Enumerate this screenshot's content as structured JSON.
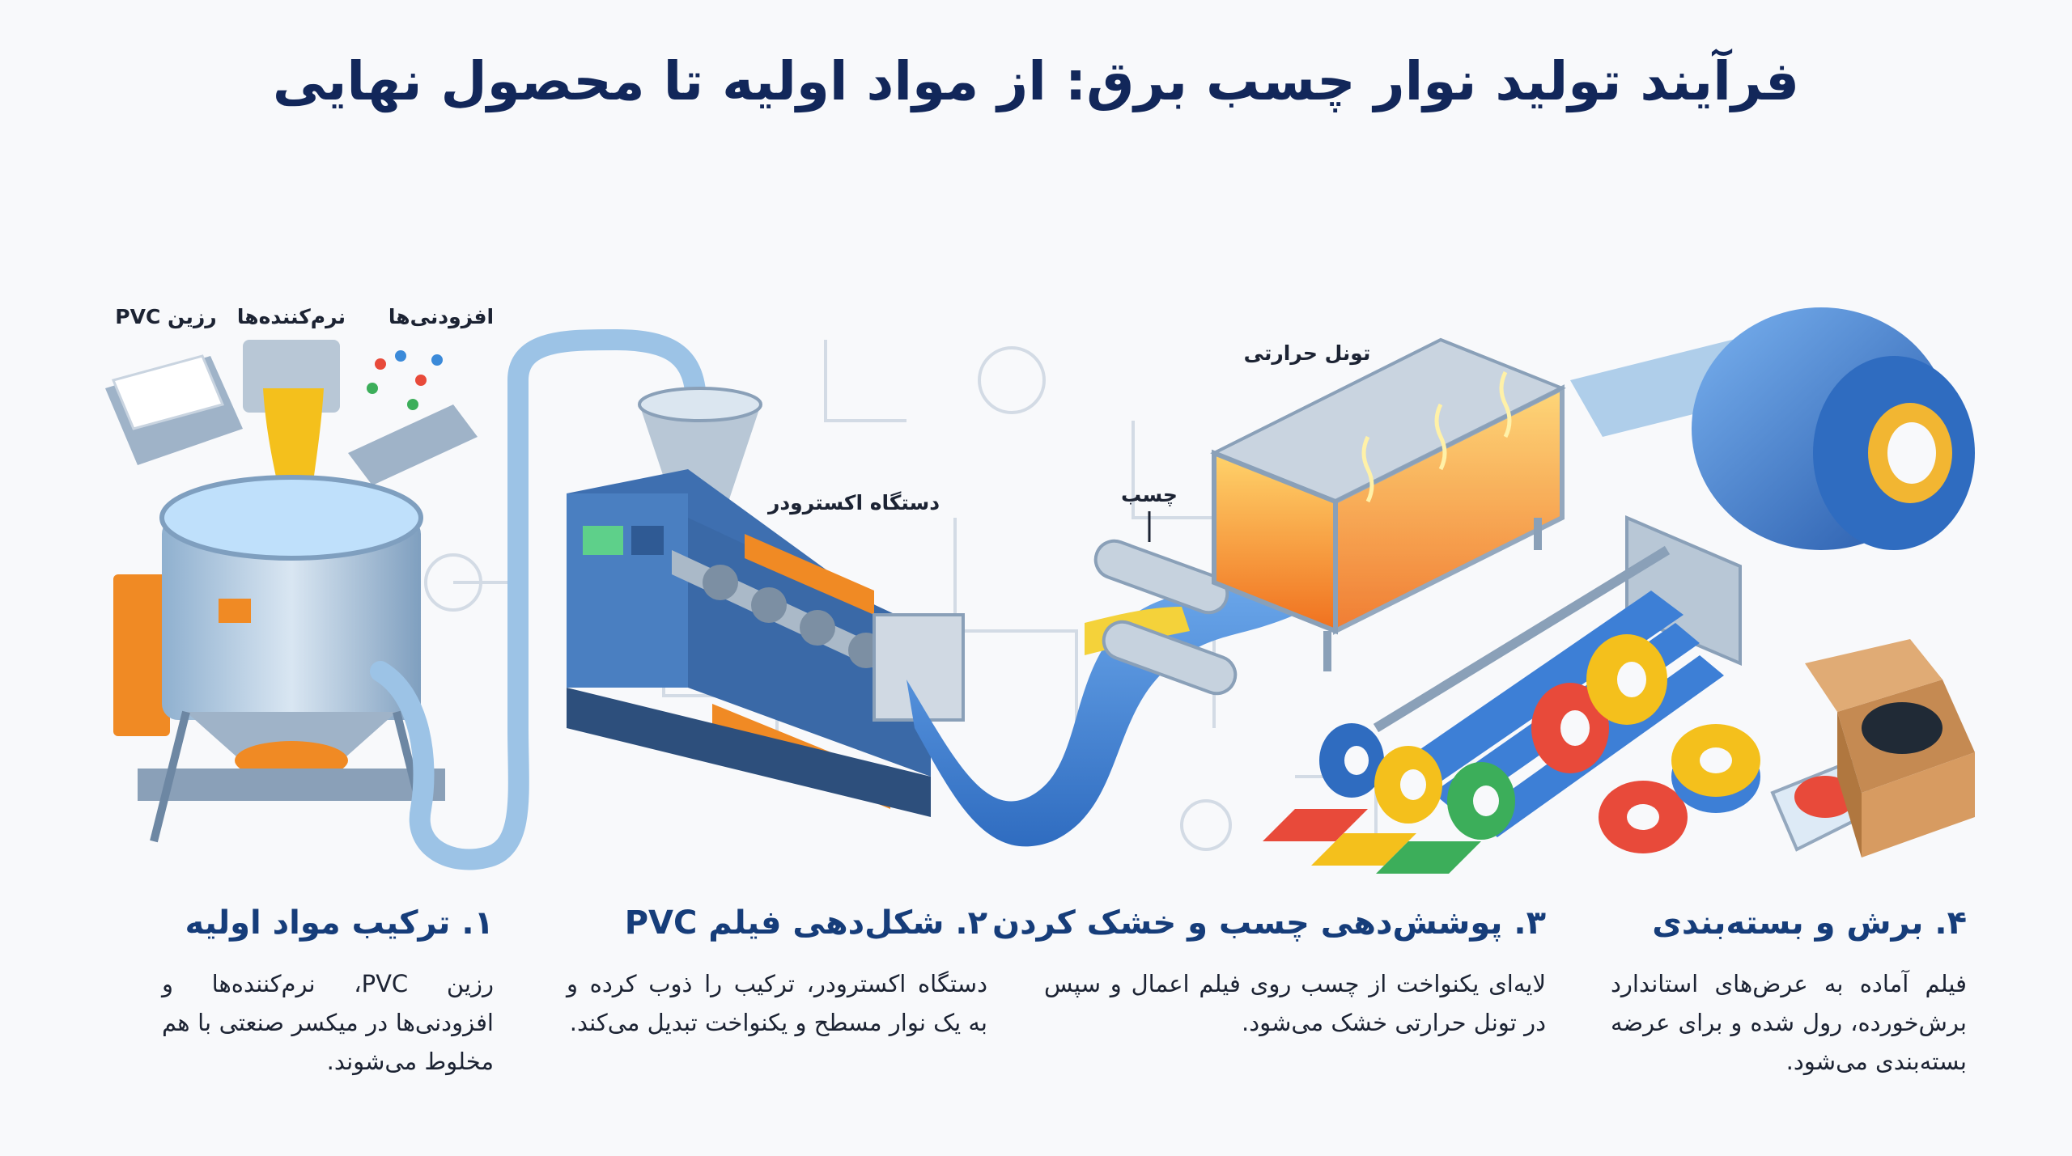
{
  "title": "فرآیند تولید نوار چسب برق: از مواد اولیه تا محصول نهایی",
  "labels": {
    "resin": "رزین PVC",
    "plasticizers": "نرم‌کننده‌ها",
    "additives": "افزودنی‌ها",
    "extruder": "دستگاه اکسترودر",
    "tunnel": "تونل حرارتی",
    "adhesive": "چسب"
  },
  "steps": [
    {
      "heading": "۱. ترکیب مواد اولیه",
      "text": "رزین PVC، نرم‌کننده‌ها و افزودنی‌ها در میکسر صنعتی با هم مخلوط می‌شوند."
    },
    {
      "heading": "۲. شکل‌دهی فیلم PVC",
      "text": "دستگاه اکسترودر، ترکیب را ذوب کرده و به یک نوار مسطح و یکنواخت تبدیل می‌کند."
    },
    {
      "heading": "۳. پوشش‌دهی چسب و خشک کردن",
      "text": "لایه‌ای یکنواخت از چسب روی فیلم اعمال و سپس در تونل حرارتی خشک می‌شود."
    },
    {
      "heading": "۴. برش و بسته‌بندی",
      "text": "فیلم آماده به عرض‌های استاندارد برش‌خورده، رول شده و برای عرضه بسته‌بندی می‌شود."
    }
  ],
  "colors": {
    "accent_blue": "#3d7fd6",
    "machine_blue": "#3e6fb0",
    "orange": "#f08a24",
    "heading": "#163d7a"
  }
}
